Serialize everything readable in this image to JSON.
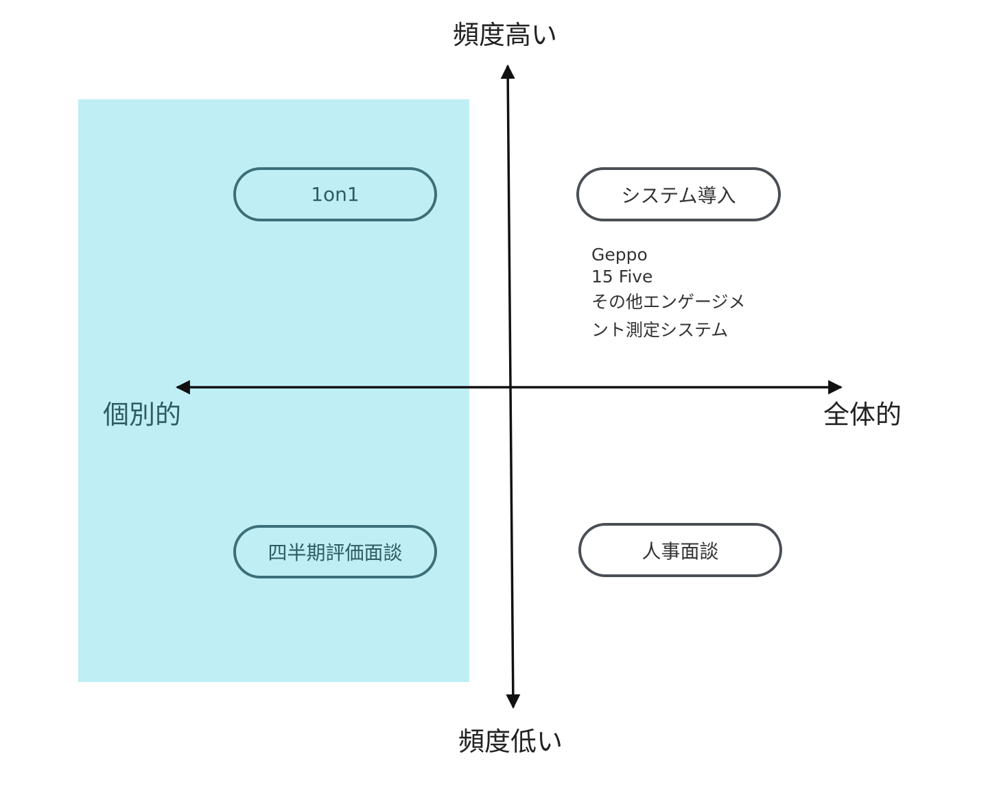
{
  "axes": {
    "top": "頻度高い",
    "bottom": "頻度低い",
    "left": "個別的",
    "right": "全体的"
  },
  "items": {
    "one_on_one": "1on1",
    "system": "システム導入",
    "quarterly": "四半期評価面談",
    "hr": "人事面談"
  },
  "system_examples": [
    "Geppo",
    "15 Five",
    "その他エンゲージメ",
    "ント測定システム"
  ],
  "colors": {
    "highlight": "#bfeef4",
    "teal_border": "#3d6f78",
    "dark_border": "#4a4f55",
    "axis": "#111111",
    "left_label": "#2f5b63"
  }
}
